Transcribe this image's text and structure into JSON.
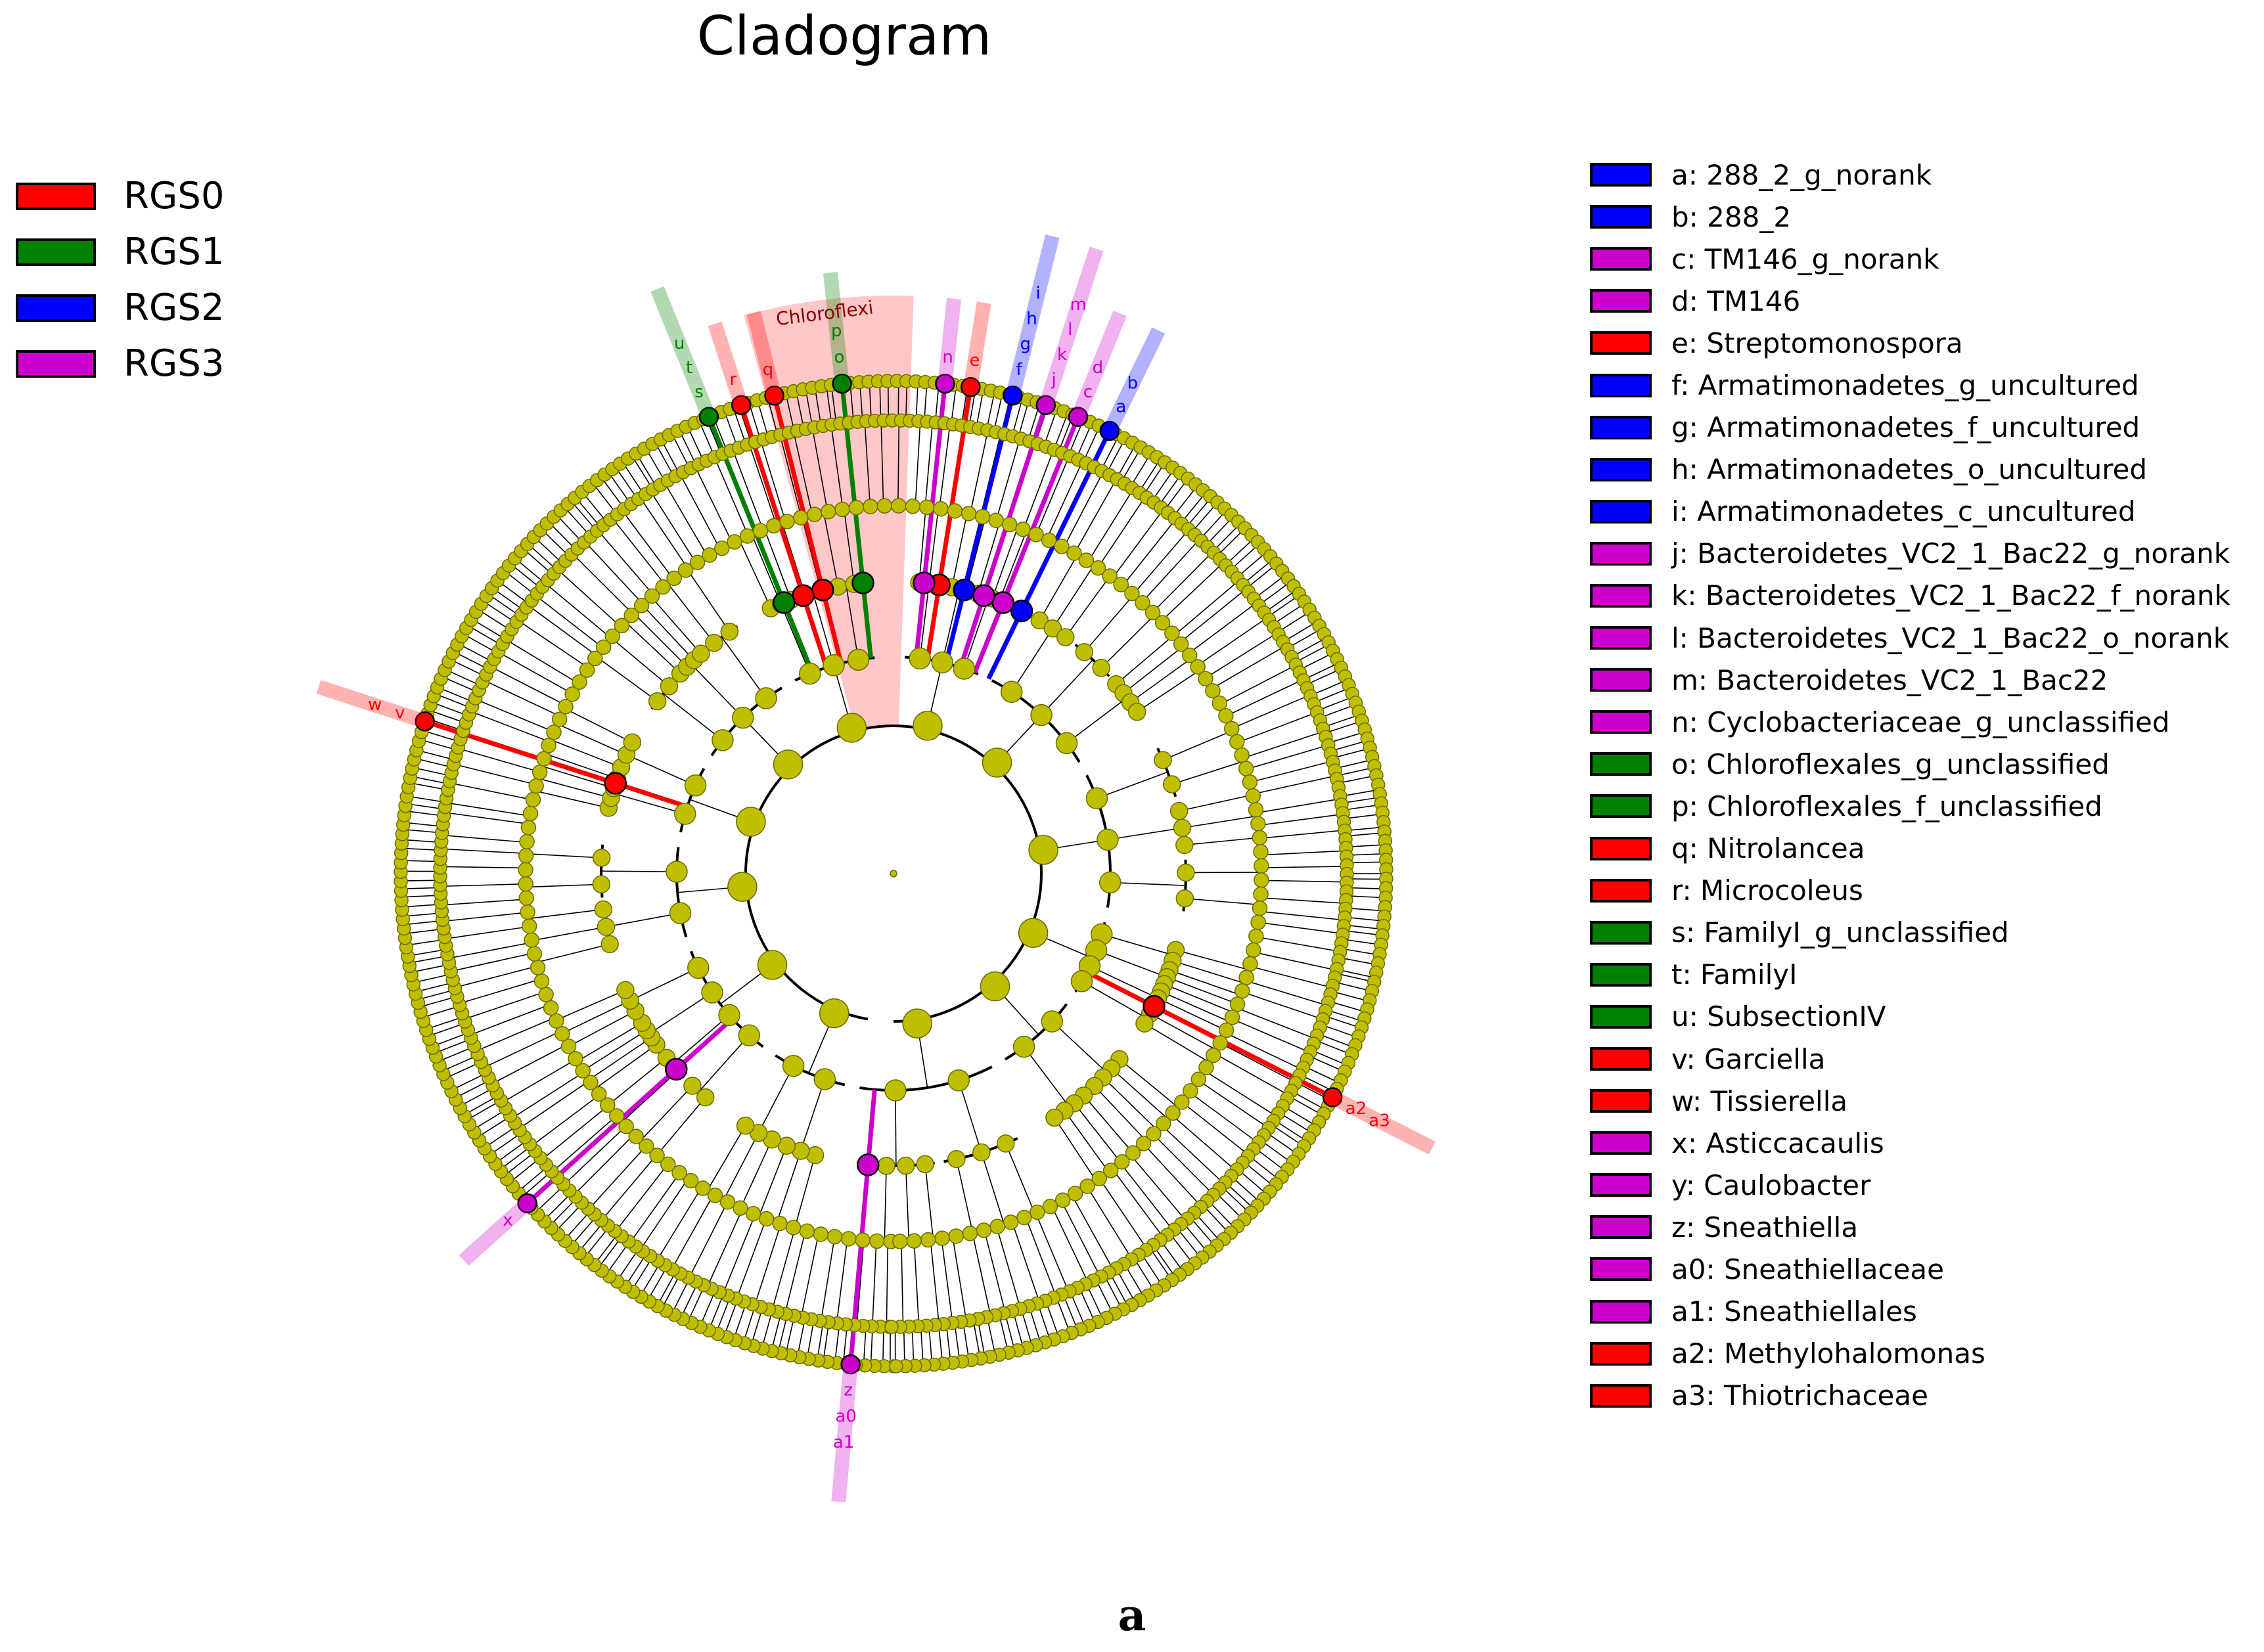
{
  "title": "Cladogram",
  "panel_label": "a",
  "colors": {
    "RGS0": "#ff0000",
    "RGS1": "#008000",
    "RGS2": "#0000ff",
    "RGS3": "#cc00cc",
    "node_fill": "#bfbf00",
    "node_stroke": "#6b6b00"
  },
  "group_legend": [
    {
      "label": "RGS0",
      "group": "RGS0"
    },
    {
      "label": "RGS1",
      "group": "RGS1"
    },
    {
      "label": "RGS2",
      "group": "RGS2"
    },
    {
      "label": "RGS3",
      "group": "RGS3"
    }
  ],
  "taxa_legend": [
    {
      "id": "a",
      "label": "a: 288_2_g_norank",
      "group": "RGS2"
    },
    {
      "id": "b",
      "label": "b: 288_2",
      "group": "RGS2"
    },
    {
      "id": "c",
      "label": "c: TM146_g_norank",
      "group": "RGS3"
    },
    {
      "id": "d",
      "label": "d: TM146",
      "group": "RGS3"
    },
    {
      "id": "e",
      "label": "e: Streptomonospora",
      "group": "RGS0"
    },
    {
      "id": "f",
      "label": "f: Armatimonadetes_g_uncultured",
      "group": "RGS2"
    },
    {
      "id": "g",
      "label": "g: Armatimonadetes_f_uncultured",
      "group": "RGS2"
    },
    {
      "id": "h",
      "label": "h: Armatimonadetes_o_uncultured",
      "group": "RGS2"
    },
    {
      "id": "i",
      "label": "i: Armatimonadetes_c_uncultured",
      "group": "RGS2"
    },
    {
      "id": "j",
      "label": "j: Bacteroidetes_VC2_1_Bac22_g_norank",
      "group": "RGS3"
    },
    {
      "id": "k",
      "label": "k: Bacteroidetes_VC2_1_Bac22_f_norank",
      "group": "RGS3"
    },
    {
      "id": "l",
      "label": "l: Bacteroidetes_VC2_1_Bac22_o_norank",
      "group": "RGS3"
    },
    {
      "id": "m",
      "label": "m: Bacteroidetes_VC2_1_Bac22",
      "group": "RGS3"
    },
    {
      "id": "n",
      "label": "n: Cyclobacteriaceae_g_unclassified",
      "group": "RGS3"
    },
    {
      "id": "o",
      "label": "o: Chloroflexales_g_unclassified",
      "group": "RGS1"
    },
    {
      "id": "p",
      "label": "p: Chloroflexales_f_unclassified",
      "group": "RGS1"
    },
    {
      "id": "q",
      "label": "q: Nitrolancea",
      "group": "RGS0"
    },
    {
      "id": "r",
      "label": "r: Microcoleus",
      "group": "RGS0"
    },
    {
      "id": "s",
      "label": "s: FamilyI_g_unclassified",
      "group": "RGS1"
    },
    {
      "id": "t",
      "label": "t: FamilyI",
      "group": "RGS1"
    },
    {
      "id": "u",
      "label": "u: SubsectionIV",
      "group": "RGS1"
    },
    {
      "id": "v",
      "label": "v: Garciella",
      "group": "RGS0"
    },
    {
      "id": "w",
      "label": "w: Tissierella",
      "group": "RGS0"
    },
    {
      "id": "x",
      "label": "x: Asticcacaulis",
      "group": "RGS3"
    },
    {
      "id": "y",
      "label": "y: Caulobacter",
      "group": "RGS3"
    },
    {
      "id": "z",
      "label": "z: Sneathiella",
      "group": "RGS3"
    },
    {
      "id": "a0",
      "label": "a0: Sneathiellaceae",
      "group": "RGS3"
    },
    {
      "id": "a1",
      "label": "a1: Sneathiellales",
      "group": "RGS3"
    },
    {
      "id": "a2",
      "label": "a2: Methylohalomonas",
      "group": "RGS0"
    },
    {
      "id": "a3",
      "label": "a3: Thiotrichaceae",
      "group": "RGS0"
    }
  ],
  "highlighted_clade": {
    "label": "Chloroflexi",
    "group": "RGS0"
  },
  "branches": [
    {
      "labels": [
        "a",
        "b"
      ],
      "group": "RGS2"
    },
    {
      "labels": [
        "c",
        "d"
      ],
      "group": "RGS3"
    },
    {
      "labels": [
        "e"
      ],
      "group": "RGS0"
    },
    {
      "labels": [
        "f",
        "g",
        "h",
        "i"
      ],
      "group": "RGS2"
    },
    {
      "labels": [
        "j",
        "k",
        "l",
        "m"
      ],
      "group": "RGS3"
    },
    {
      "labels": [
        "n"
      ],
      "group": "RGS3"
    },
    {
      "labels": [
        "o",
        "p"
      ],
      "group": "RGS1"
    },
    {
      "labels": [
        "q"
      ],
      "group": "RGS0"
    },
    {
      "labels": [
        "r"
      ],
      "group": "RGS0"
    },
    {
      "labels": [
        "s",
        "t",
        "u"
      ],
      "group": "RGS1"
    },
    {
      "labels": [
        "v",
        "w"
      ],
      "group": "RGS0"
    },
    {
      "labels": [
        "x"
      ],
      "group": "RGS3"
    },
    {
      "labels": [
        "a2",
        "a3"
      ],
      "group": "RGS0"
    },
    {
      "labels": [
        "z",
        "a0",
        "a1"
      ],
      "group": "RGS3"
    }
  ]
}
